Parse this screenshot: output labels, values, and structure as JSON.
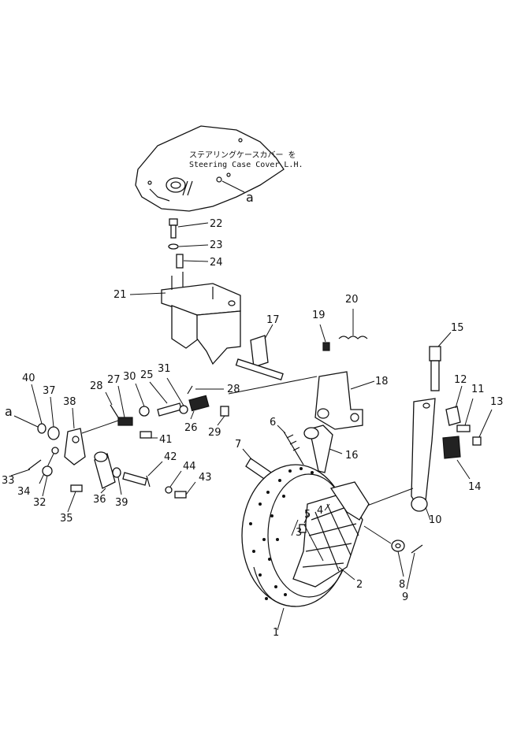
{
  "note": {
    "jp": "ステアリングケースカバー を",
    "en": "Steering Case Cover L.H."
  },
  "refs": [
    "a",
    "a"
  ],
  "labels": {
    "n1": "1",
    "n2": "2",
    "n3": "3",
    "n4": "4",
    "n5": "5",
    "n6": "6",
    "n7": "7",
    "n8": "8",
    "n9": "9",
    "n10": "10",
    "n11": "11",
    "n12": "12",
    "n13": "13",
    "n14": "14",
    "n15": "15",
    "n16": "16",
    "n17": "17",
    "n18": "18",
    "n19": "19",
    "n20": "20",
    "n21": "21",
    "n22": "22",
    "n23": "23",
    "n24": "24",
    "n25": "25",
    "n26": "26",
    "n27": "27",
    "n28a": "28",
    "n28b": "28",
    "n29": "29",
    "n30": "30",
    "n31": "31",
    "n32": "32",
    "n33": "33",
    "n34": "34",
    "n35": "35",
    "n36": "36",
    "n37": "37",
    "n38": "38",
    "n39": "39",
    "n40": "40",
    "n41": "41",
    "n42": "42",
    "n43": "43",
    "n44": "44"
  }
}
